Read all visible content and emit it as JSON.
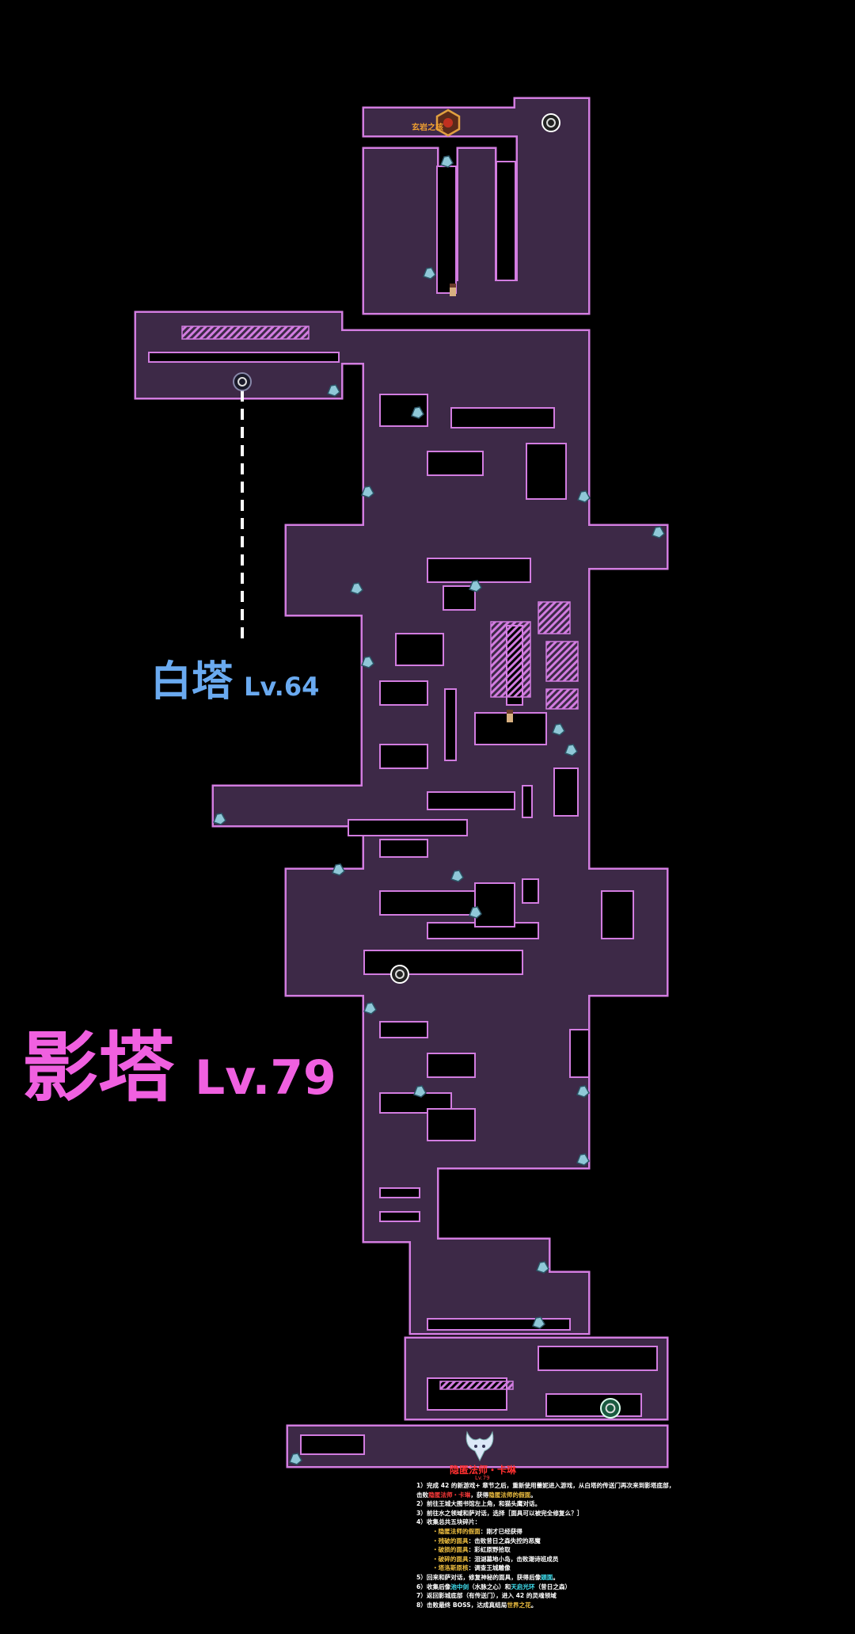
{
  "map": {
    "core_label": "玄岩之核",
    "colors": {
      "floor": "#3d2947",
      "wall": "#d27ce0",
      "background": "#000000",
      "crystal": "#8fc8d8"
    }
  },
  "towers": {
    "white": {
      "name": "白塔",
      "level": "Lv.64",
      "color": "#6aaaf0"
    },
    "shadow": {
      "name": "影塔",
      "level": "Lv.79",
      "color": "#f060e0"
    }
  },
  "boss": {
    "name": "隐匿法师・卡琳",
    "level": "Lv.79"
  },
  "guide": {
    "lines": [
      {
        "indent": false,
        "segments": [
          {
            "text": "1）完成 42 的新游戏+ 章节之后，重新使用蕾妮进入游戏，从白塔的传送门再次来到影塔底部，",
            "color": "#ffffff"
          }
        ]
      },
      {
        "indent": false,
        "segments": [
          {
            "text": "击败",
            "color": "#ffffff"
          },
          {
            "text": "隐匿法师・卡琳",
            "color": "#ff3a3a"
          },
          {
            "text": "，获得",
            "color": "#ffffff"
          },
          {
            "text": "隐匿法师的假面",
            "color": "#f0c040"
          },
          {
            "text": "。",
            "color": "#ffffff"
          }
        ]
      },
      {
        "indent": false,
        "segments": [
          {
            "text": "2）前往王城大图书馆左上角，和猫头鹰对话。",
            "color": "#ffffff"
          }
        ]
      },
      {
        "indent": false,
        "segments": [
          {
            "text": "3）前往水之领域和萨对话，选择［面具可以被完全修复么？］",
            "color": "#ffffff"
          }
        ]
      },
      {
        "indent": false,
        "segments": [
          {
            "text": "4）收集总共五块碎片：",
            "color": "#ffffff"
          }
        ]
      },
      {
        "indent": true,
        "segments": [
          {
            "text": "・",
            "color": "#f0c040"
          },
          {
            "text": "隐匿法师的假面",
            "color": "#f0c040"
          },
          {
            "text": "：刚才已经获得",
            "color": "#ffffff"
          }
        ]
      },
      {
        "indent": true,
        "segments": [
          {
            "text": "・",
            "color": "#f0c040"
          },
          {
            "text": "残破的面具",
            "color": "#f0c040"
          },
          {
            "text": "：击败昔日之森失控的恶魔",
            "color": "#ffffff"
          }
        ]
      },
      {
        "indent": true,
        "segments": [
          {
            "text": "・",
            "color": "#f0c040"
          },
          {
            "text": "破损的面具",
            "color": "#f0c040"
          },
          {
            "text": "：彩虹原野拾取",
            "color": "#ffffff"
          }
        ]
      },
      {
        "indent": true,
        "segments": [
          {
            "text": "・",
            "color": "#f0c040"
          },
          {
            "text": "破碎的面具",
            "color": "#f0c040"
          },
          {
            "text": "：泪湖墓地小岛，击败潮诗班成员",
            "color": "#ffffff"
          }
        ]
      },
      {
        "indent": true,
        "segments": [
          {
            "text": "・",
            "color": "#f0c040"
          },
          {
            "text": "塔洛斯原核",
            "color": "#f0c040"
          },
          {
            "text": "：调查王城雕像",
            "color": "#ffffff"
          }
        ]
      },
      {
        "indent": false,
        "segments": [
          {
            "text": "5）回来和萨对话，修复神秘的面具，获得后像",
            "color": "#ffffff"
          },
          {
            "text": "頭面",
            "color": "#40e0f0"
          },
          {
            "text": "。",
            "color": "#ffffff"
          }
        ]
      },
      {
        "indent": false,
        "segments": [
          {
            "text": "6）收集后像",
            "color": "#ffffff"
          },
          {
            "text": "池中剑",
            "color": "#40e0f0"
          },
          {
            "text": "（水脉之心）和",
            "color": "#ffffff"
          },
          {
            "text": "天启光环",
            "color": "#40e0f0"
          },
          {
            "text": "（昔日之森）",
            "color": "#ffffff"
          }
        ]
      },
      {
        "indent": false,
        "segments": [
          {
            "text": "7）返回影城底部（有传送门），进入 42 的灵魂领域",
            "color": "#ffffff"
          }
        ]
      },
      {
        "indent": false,
        "segments": [
          {
            "text": "8）击败最终 BOSS，达成真结局",
            "color": "#ffffff"
          },
          {
            "text": "世界之花",
            "color": "#f0c040"
          },
          {
            "text": "。",
            "color": "#ffffff"
          }
        ]
      }
    ]
  }
}
